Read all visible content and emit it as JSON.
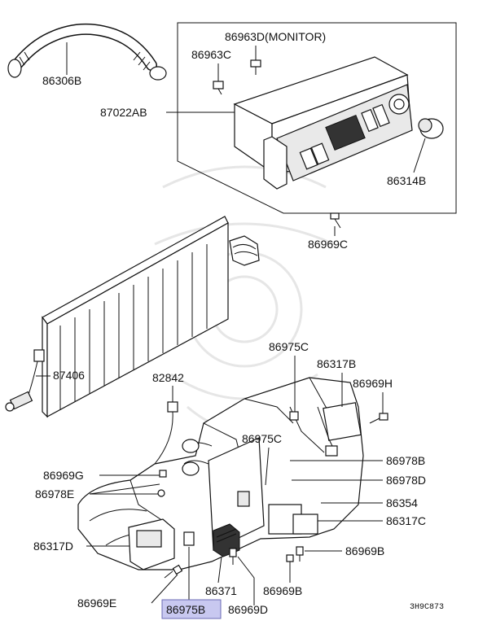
{
  "callouts": {
    "c86306B": "86306B",
    "c86963D": "86963D(MONITOR)",
    "c86963C": "86963C",
    "c87022AB": "87022AB",
    "c86314B": "86314B",
    "c86969C": "86969C",
    "c87406": "87406",
    "c82842": "82842",
    "c86975C_a": "86975C",
    "c86317B": "86317B",
    "c86969H": "86969H",
    "c86975C_b": "86975C",
    "c86978B": "86978B",
    "c86969G": "86969G",
    "c86978D": "86978D",
    "c86978E": "86978E",
    "c86354": "86354",
    "c86317C": "86317C",
    "c86317D": "86317D",
    "c86969B_a": "86969B",
    "c86371": "86371",
    "c86969B_b": "86969B",
    "c86969E": "86969E",
    "c86975B": "86975B",
    "c86969D": "86969D"
  },
  "diagram_code": "3H9C873",
  "highlight_color": "#c8c8f0"
}
